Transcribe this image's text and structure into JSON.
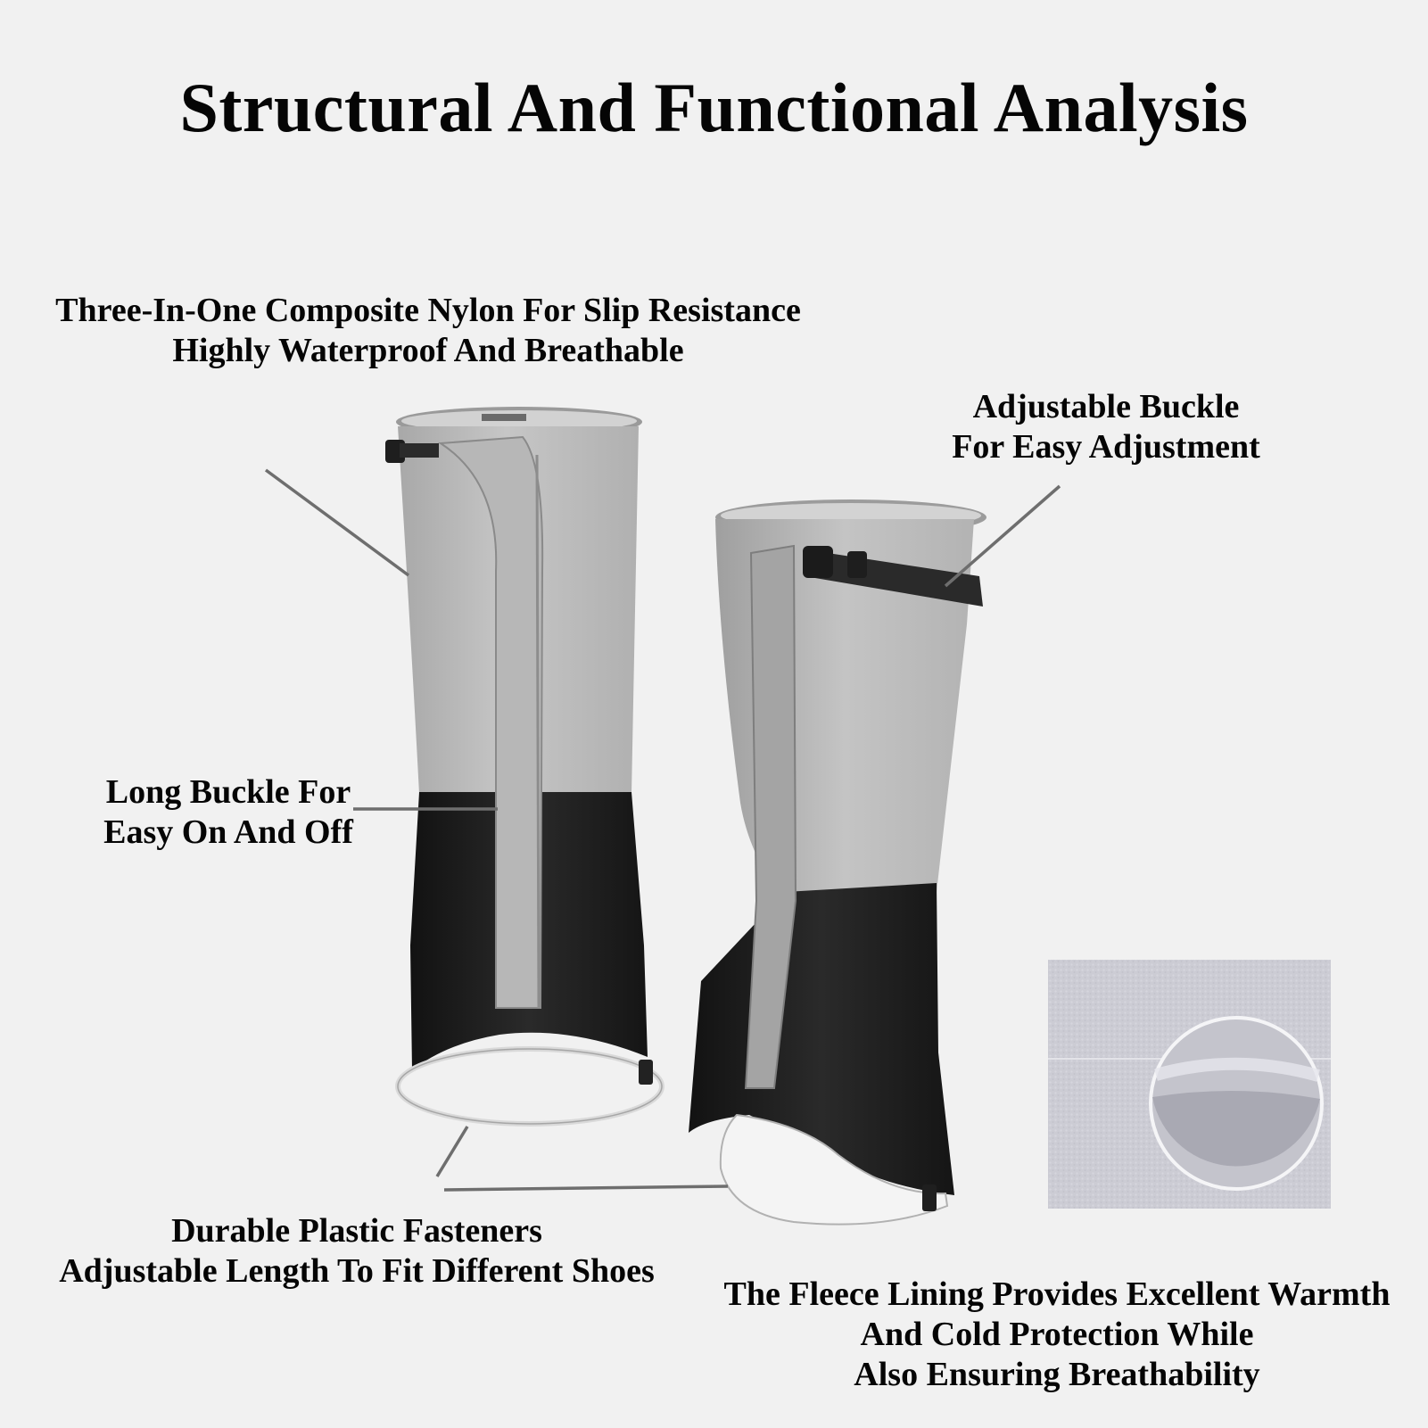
{
  "title": "Structural And Functional Analysis",
  "callouts": {
    "nylon": {
      "line1": "Three-In-One Composite Nylon For Slip Resistance",
      "line2": "Highly Waterproof And Breathable"
    },
    "adjustable_buckle": {
      "line1": "Adjustable Buckle",
      "line2": "For Easy Adjustment"
    },
    "long_buckle": {
      "line1": "Long Buckle For",
      "line2": "Easy On And Off"
    },
    "fasteners": {
      "line1": "Durable Plastic Fasteners",
      "line2": "Adjustable Length To Fit Different Shoes"
    },
    "fleece": {
      "line1": "The Fleece Lining Provides Excellent Warmth",
      "line2": "And Cold Protection While",
      "line3": "Also Ensuring Breathability"
    }
  },
  "colors": {
    "background": "#f1f1f1",
    "upper_fabric": "#b9b9b9",
    "lower_fabric": "#1d1d1d",
    "leader_line": "#6e6e6e",
    "fleece": "#cfcfd6"
  }
}
